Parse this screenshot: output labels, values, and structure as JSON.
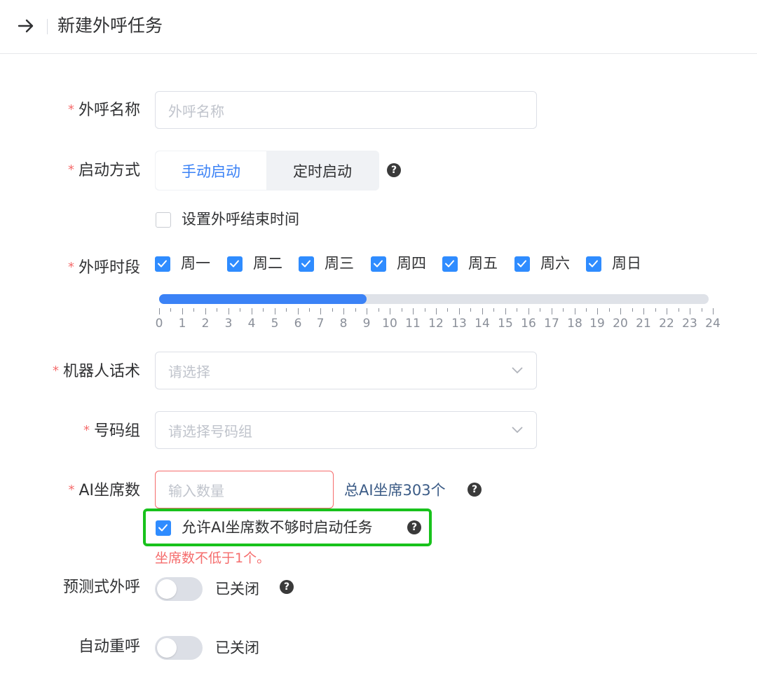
{
  "header": {
    "title": "新建外呼任务",
    "back_icon": "arrow-right-icon"
  },
  "form": {
    "name": {
      "label": "外呼名称",
      "required_mark": "*",
      "placeholder": "外呼名称"
    },
    "start_mode": {
      "label": "启动方式",
      "required_mark": "*",
      "options": [
        "手动启动",
        "定时启动"
      ],
      "selected": "手动启动"
    },
    "end_time_checkbox": {
      "label": "设置外呼结束时间",
      "checked": false
    },
    "call_period": {
      "label": "外呼时段",
      "required_mark": "*",
      "days": [
        {
          "label": "周一",
          "checked": true
        },
        {
          "label": "周二",
          "checked": true
        },
        {
          "label": "周三",
          "checked": true
        },
        {
          "label": "周四",
          "checked": true
        },
        {
          "label": "周五",
          "checked": true
        },
        {
          "label": "周六",
          "checked": true
        },
        {
          "label": "周日",
          "checked": true
        }
      ],
      "hours": [
        "0",
        "1",
        "2",
        "3",
        "4",
        "5",
        "6",
        "7",
        "8",
        "9",
        "10",
        "11",
        "12",
        "13",
        "14",
        "15",
        "16",
        "17",
        "18",
        "19",
        "20",
        "21",
        "22",
        "23",
        "24"
      ],
      "range_start": 0,
      "range_end": 9
    },
    "robot_script": {
      "label": "机器人话术",
      "required_mark": "*",
      "placeholder": "请选择"
    },
    "number_group": {
      "label": "号码组",
      "required_mark": "*",
      "placeholder": "请选择号码组"
    },
    "ai_seats": {
      "label": "AI坐席数",
      "required_mark": "*",
      "placeholder": "输入数量",
      "total_text": "总AI坐席303个",
      "allow_checkbox": {
        "label": "允许AI坐席数不够时启动任务",
        "checked": true
      },
      "error": "坐席数不低于1个。"
    },
    "predictive": {
      "label": "预测式外呼",
      "status": "已关闭",
      "on": false
    },
    "auto_redial": {
      "label": "自动重呼",
      "status": "已关闭",
      "on": false
    }
  },
  "colors": {
    "accent": "#3b82f6",
    "checkbox": "#2f8cff",
    "error": "#f56c6c",
    "highlight": "#18c21c"
  }
}
